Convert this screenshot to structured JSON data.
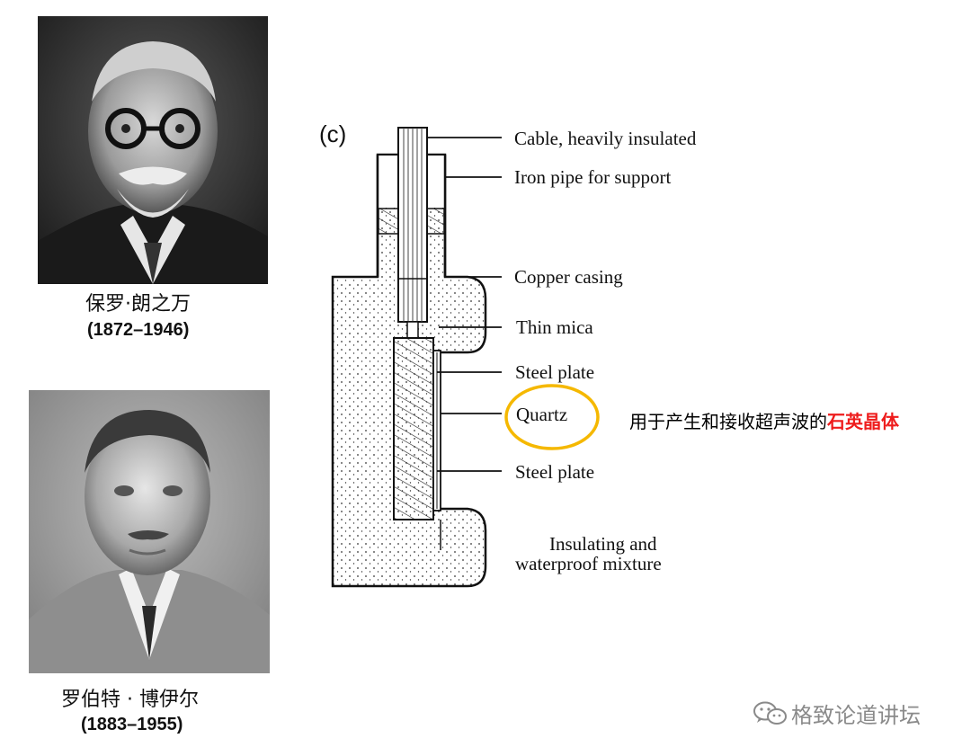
{
  "portraits": [
    {
      "name": "保罗·朗之万",
      "years": "(1872–1946)"
    },
    {
      "name": "罗伯特 · 博伊尔",
      "years": "(1883–1955)"
    }
  ],
  "diagram": {
    "panel_label": "(c)",
    "labels": {
      "cable": "Cable, heavily insulated",
      "iron_pipe": "Iron pipe for support",
      "copper_casing": "Copper casing",
      "thin_mica": "Thin mica",
      "steel_plate_top": "Steel plate",
      "quartz": "Quartz",
      "steel_plate_bottom": "Steel plate",
      "insulating_1": "Insulating and",
      "insulating_2": "waterproof mixture"
    },
    "highlight_color": "#f5b800"
  },
  "annotation": {
    "prefix": "用于产生和接收超声波的",
    "highlight": "石英晶体",
    "highlight_color": "#ee1c1c"
  },
  "watermark": {
    "icon": "wechat-icon",
    "text": "格致论道讲坛"
  }
}
